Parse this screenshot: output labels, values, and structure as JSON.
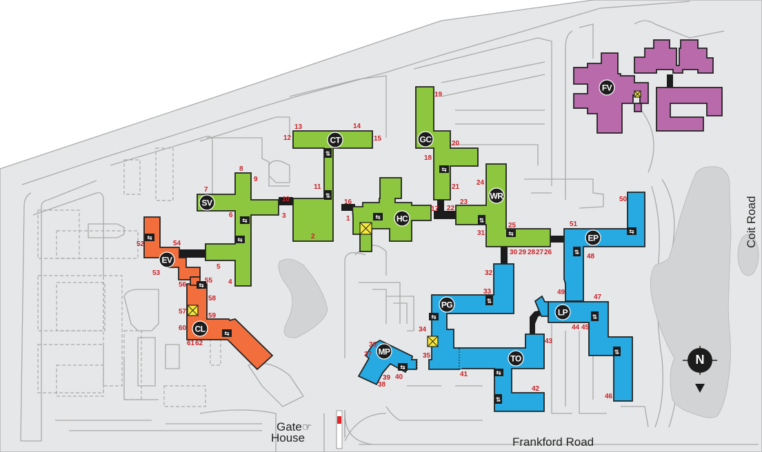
{
  "title": "Campus Map",
  "roads": {
    "coit": "Coit Road",
    "frankford": "Frankford Road"
  },
  "gatehouse": {
    "line1": "Gate",
    "line2": "House",
    "icon": "pointing-hand-icon"
  },
  "compass": {
    "label": "N",
    "icon": "compass-north-icon"
  },
  "colors": {
    "green_buildings": "#8dc63f",
    "orange_buildings": "#f26f3d",
    "blue_buildings": "#27a9e1",
    "purple_buildings": "#b86aab",
    "door_numbers": "#cc2127",
    "ground": "#e6e7e8",
    "connector": "#1c1c1c",
    "elevator": "#f5e63b"
  },
  "buildings": [
    {
      "code": "SV",
      "color": "green"
    },
    {
      "code": "CT",
      "color": "green"
    },
    {
      "code": "HC",
      "color": "green"
    },
    {
      "code": "GC",
      "color": "green"
    },
    {
      "code": "WR",
      "color": "green"
    },
    {
      "code": "EV",
      "color": "orange"
    },
    {
      "code": "CL",
      "color": "orange"
    },
    {
      "code": "EP",
      "color": "blue"
    },
    {
      "code": "LP",
      "color": "blue"
    },
    {
      "code": "PG",
      "color": "blue"
    },
    {
      "code": "MP",
      "color": "blue"
    },
    {
      "code": "TO",
      "color": "blue"
    },
    {
      "code": "FV",
      "color": "purple"
    }
  ],
  "entrances": [
    "1",
    "2",
    "3",
    "4",
    "5",
    "6",
    "7",
    "8",
    "9",
    "10",
    "11",
    "12",
    "13",
    "14",
    "15",
    "16",
    "17",
    "18",
    "19",
    "20",
    "21",
    "22",
    "23",
    "24",
    "25",
    "26",
    "27",
    "28",
    "29",
    "30",
    "31",
    "32",
    "33",
    "34",
    "35",
    "36",
    "37",
    "38",
    "39",
    "40",
    "41",
    "42",
    "43",
    "44",
    "45",
    "46",
    "47",
    "48",
    "49",
    "50",
    "51",
    "52",
    "53",
    "54",
    "55",
    "56",
    "57",
    "58",
    "59",
    "60",
    "61",
    "62"
  ],
  "legend_icons": {
    "horizontal": "⇆",
    "vertical": "⇅",
    "elevator": "elevator-icon"
  }
}
